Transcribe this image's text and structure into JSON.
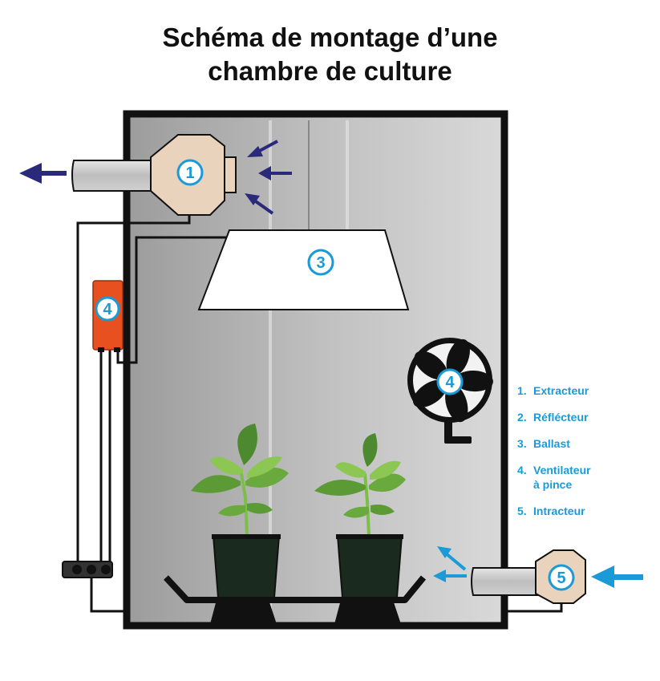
{
  "title": {
    "line1": "Schéma de montage d’une",
    "line2": "chambre de culture"
  },
  "badges": {
    "extractor": "1",
    "reflector": "3",
    "ballast": "4",
    "fan": "4",
    "intake": "5"
  },
  "legend": [
    {
      "num": "1.",
      "label": "Extracteur"
    },
    {
      "num": "2.",
      "label": "Réflécteur"
    },
    {
      "num": "3.",
      "label": "Ballast"
    },
    {
      "num": "4.",
      "label": "Ventilateur\nà pince"
    },
    {
      "num": "5.",
      "label": "Intracteur"
    }
  ],
  "colors": {
    "accent_blue": "#1a9ad6",
    "arrow_navy": "#2b2a7a",
    "ballast_orange": "#e8511f",
    "fan_beige": "#e9d3bd",
    "leaf_green": "#78b743",
    "pot_dark": "#1b2a1e",
    "tent_frame": "#111111"
  }
}
